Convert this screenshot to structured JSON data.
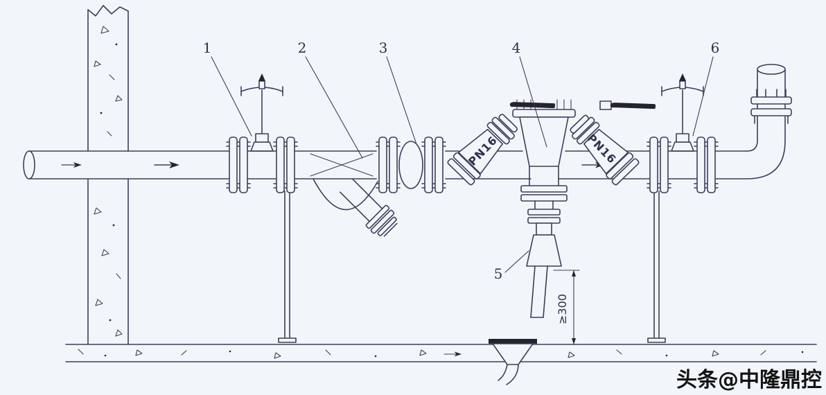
{
  "callouts": {
    "n1": "1",
    "n2": "2",
    "n3": "3",
    "n4": "4",
    "n5": "5",
    "n6": "6"
  },
  "labels": {
    "pn16_left": "PN16",
    "pn16_right": "PN16",
    "dimension": "≥300"
  },
  "watermark": "头条@中隆鼎控",
  "colors": {
    "line_ink": "#3c3f55",
    "background": "#f2f5fa",
    "solid_dark": "#23242e",
    "watermark_text": "#141414"
  }
}
